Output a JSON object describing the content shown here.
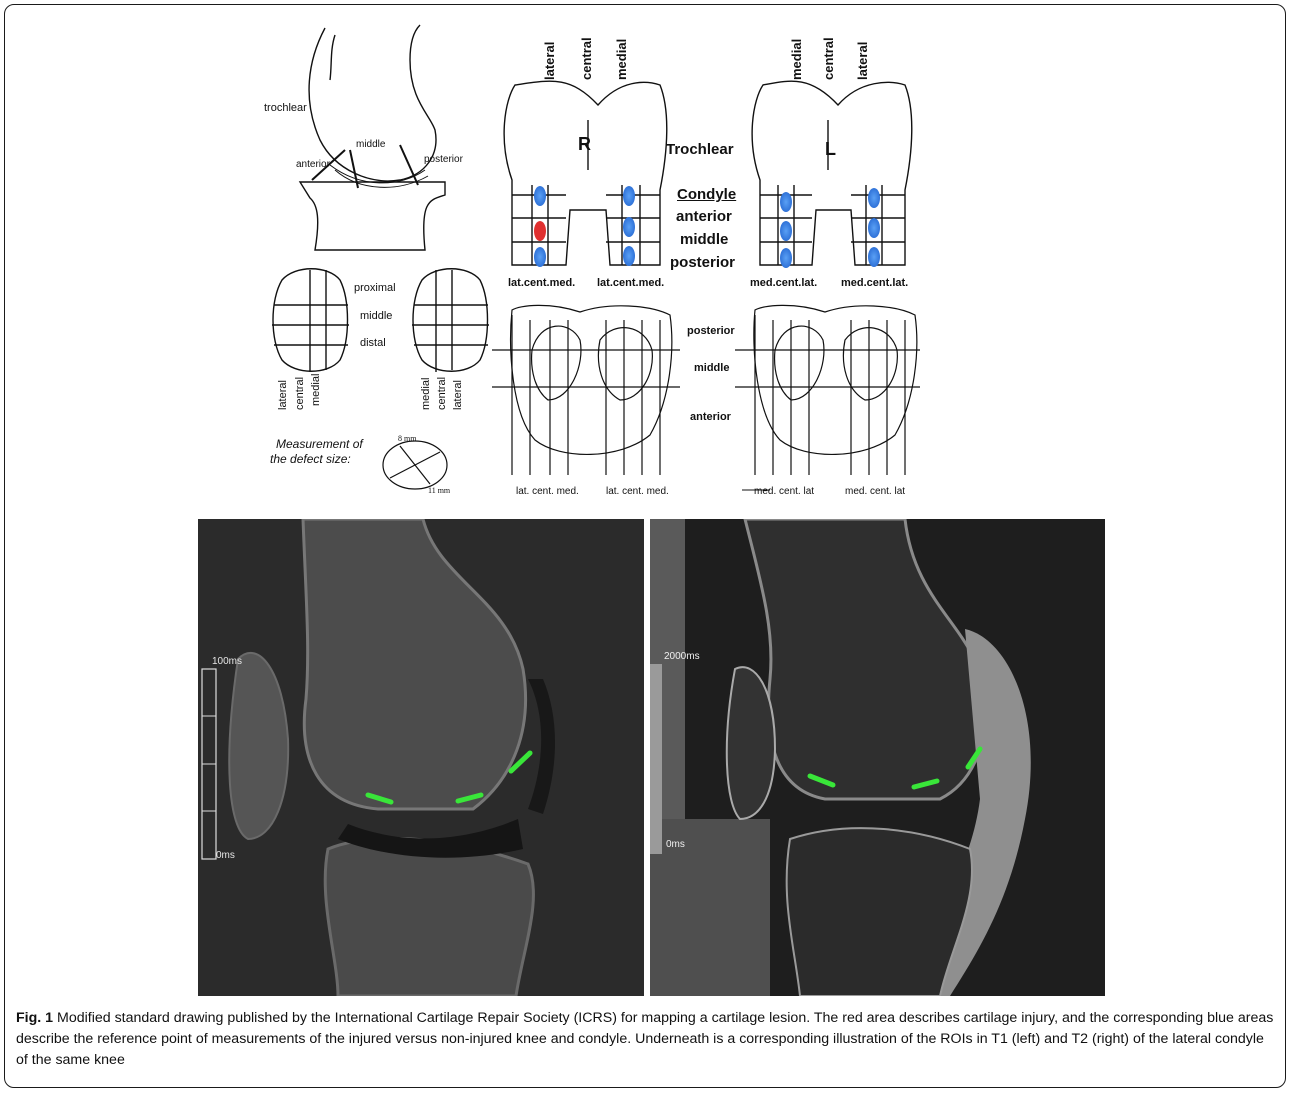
{
  "figure": {
    "label": "Fig. 1",
    "caption": "Modified standard drawing published by the International Cartilage Repair Society (ICRS) for mapping a cartilage lesion. The red area describes cartilage injury, and the corresponding blue areas describe the reference point of measurements of the injured versus non-injured knee and condyle. Underneath is a corresponding illustration of the ROIs in T1 (left) and T2 (right) of the lateral condyle of the same knee"
  },
  "diagram": {
    "side_view": {
      "trochlear": "trochlear",
      "middle": "middle",
      "anterior": "anterior",
      "posterior": "posterior"
    },
    "patella": {
      "proximal": "proximal",
      "middle": "middle",
      "distal": "distal",
      "left_cols": [
        "lateral",
        "central",
        "medial"
      ],
      "right_cols": [
        "medial",
        "central",
        "lateral"
      ]
    },
    "measurement": {
      "text_line1": "Measurement of",
      "text_line2": "the defect size:",
      "dim_a": "8 mm",
      "dim_b": "11 mm"
    },
    "femur_right": {
      "letter": "R",
      "top_cols": [
        "lateral",
        "central",
        "medial"
      ],
      "bottom_labels": [
        "lat.cent.med.",
        "lat.cent.med."
      ]
    },
    "femur_left": {
      "letter": "L",
      "top_cols": [
        "medial",
        "central",
        "lateral"
      ],
      "bottom_labels": [
        "med.cent.lat.",
        "med.cent.lat."
      ]
    },
    "center_labels": {
      "trochlear": "Trochlear",
      "condyle": "Condyle",
      "anterior": "anterior",
      "middle": "middle",
      "posterior": "posterior"
    },
    "tibia": {
      "posterior": "posterior",
      "middle": "middle",
      "anterior": "anterior",
      "right_labels": [
        "lat. cent. med.",
        "lat. cent. med."
      ],
      "left_labels": [
        "med. cent. lat",
        "med. cent. lat"
      ]
    },
    "colors": {
      "reference_blue": "#3b82e6",
      "injury_red": "#e03030",
      "roi_green": "#39e639"
    }
  },
  "mri": {
    "t1": {
      "scale_top": "100ms",
      "scale_bottom": "0ms"
    },
    "t2": {
      "scale_top": "2000ms",
      "scale_bottom": "0ms"
    }
  }
}
